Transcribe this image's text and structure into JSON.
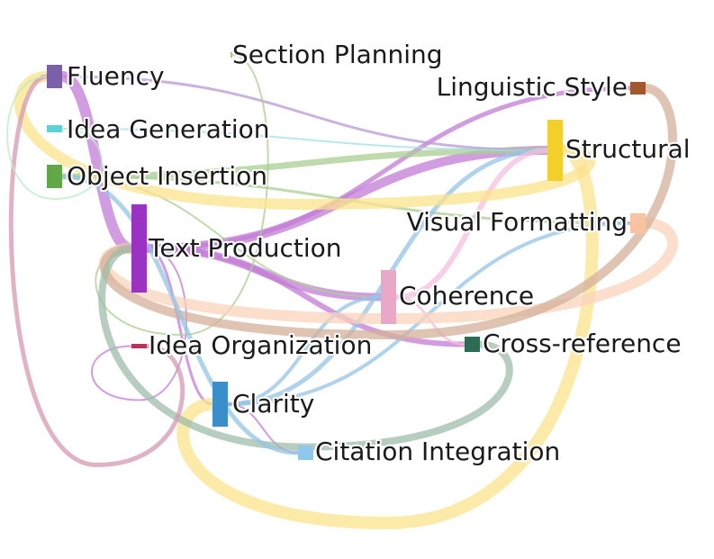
{
  "diagram": {
    "type": "flow-network",
    "nodes": [
      {
        "id": "fluency",
        "label": "Fluency",
        "color": "#7B5FA8"
      },
      {
        "id": "idea_generation",
        "label": "Idea Generation",
        "color": "#5ED1D6"
      },
      {
        "id": "object_insertion",
        "label": "Object Insertion",
        "color": "#62A84A"
      },
      {
        "id": "section_planning",
        "label": "Section Planning",
        "color": "#9BCF8E"
      },
      {
        "id": "text_production",
        "label": "Text Production",
        "color": "#9B32C4"
      },
      {
        "id": "idea_organization",
        "label": "Idea Organization",
        "color": "#B8325A"
      },
      {
        "id": "clarity",
        "label": "Clarity",
        "color": "#3A8FCB"
      },
      {
        "id": "citation_integration",
        "label": "Citation Integration",
        "color": "#8EC8EE"
      },
      {
        "id": "coherence",
        "label": "Coherence",
        "color": "#E9A8C8"
      },
      {
        "id": "cross_reference",
        "label": "Cross-reference",
        "color": "#2E6B54"
      },
      {
        "id": "linguistic_style",
        "label": "Linguistic Style",
        "color": "#A0582C"
      },
      {
        "id": "structural",
        "label": "Structural",
        "color": "#F2CF2A"
      },
      {
        "id": "visual_formatting",
        "label": "Visual Formatting",
        "color": "#F8C3A0"
      }
    ],
    "links": [
      {
        "source": "text_production",
        "target": "structural",
        "color": "#C27BD6",
        "weight": 10
      },
      {
        "source": "text_production",
        "target": "coherence",
        "color": "#C27BD6",
        "weight": 9
      },
      {
        "source": "text_production",
        "target": "cross_reference",
        "color": "#C27BD6",
        "weight": 6
      },
      {
        "source": "text_production",
        "target": "linguistic_style",
        "color": "#C27BD6",
        "weight": 5
      },
      {
        "source": "text_production",
        "target": "clarity",
        "color": "#C27BD6",
        "weight": 3
      },
      {
        "source": "text_production",
        "target": "idea_organization",
        "color": "#C27BD6",
        "weight": 2
      },
      {
        "source": "object_insertion",
        "target": "structural",
        "color": "#A9CF92",
        "weight": 7
      },
      {
        "source": "object_insertion",
        "target": "visual_formatting",
        "color": "#A9CF92",
        "weight": 3
      },
      {
        "source": "object_insertion",
        "target": "coherence",
        "color": "#A9CF92",
        "weight": 2
      },
      {
        "source": "fluency",
        "target": "structural",
        "color": "#B89AD6",
        "weight": 3
      },
      {
        "source": "fluency",
        "target": "text_production",
        "color": "#C27BD6",
        "weight": 12
      },
      {
        "source": "idea_generation",
        "target": "structural",
        "color": "#9FE2E2",
        "weight": 2
      },
      {
        "source": "section_planning",
        "target": "text_production",
        "color": "#A9CF92",
        "weight": 2
      },
      {
        "source": "clarity",
        "target": "structural",
        "color": "#96C4E6",
        "weight": 5
      },
      {
        "source": "clarity",
        "target": "visual_formatting",
        "color": "#96C4E6",
        "weight": 4
      },
      {
        "source": "clarity",
        "target": "coherence",
        "color": "#96C4E6",
        "weight": 4
      },
      {
        "source": "clarity",
        "target": "citation_integration",
        "color": "#C27BD6",
        "weight": 2
      },
      {
        "source": "coherence",
        "target": "structural",
        "color": "#F4BFDD",
        "weight": 6
      },
      {
        "source": "coherence",
        "target": "cross_reference",
        "color": "#F4BFDD",
        "weight": 3
      },
      {
        "source": "structural",
        "target": "clarity",
        "color": "#FBE38C",
        "weight": 14
      },
      {
        "source": "structural",
        "target": "fluency",
        "color": "#FBE38C",
        "weight": 12
      },
      {
        "source": "visual_formatting",
        "target": "text_production",
        "color": "#FBD3BC",
        "weight": 12
      },
      {
        "source": "linguistic_style",
        "target": "text_production",
        "color": "#D4B09A",
        "weight": 10
      },
      {
        "source": "cross_reference",
        "target": "text_production",
        "color": "#9EBCAA",
        "weight": 8
      },
      {
        "source": "idea_organization",
        "target": "fluency",
        "color": "#D69AB0",
        "weight": 5
      },
      {
        "source": "object_insertion",
        "target": "citation_integration",
        "color": "#96C4E6",
        "weight": 5
      },
      {
        "source": "idea_generation",
        "target": "fluency",
        "color": "#BCEBC8",
        "weight": 2
      }
    ]
  }
}
